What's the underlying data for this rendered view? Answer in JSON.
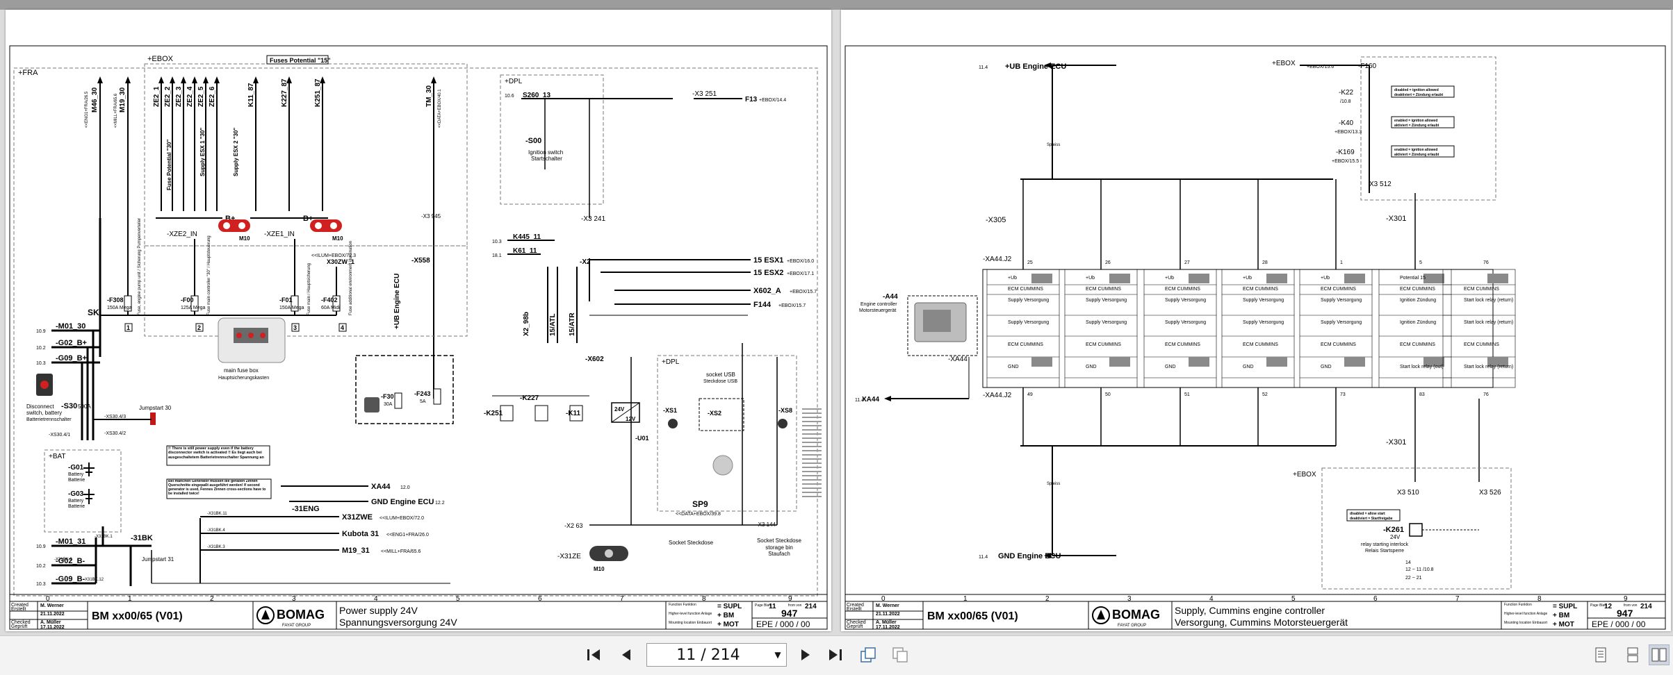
{
  "viewer": {
    "page_indicator": "11 / 214",
    "icons": [
      "first-page-icon",
      "prev-page-icon",
      "next-page-icon",
      "last-page-icon",
      "rotate-icon",
      "copy-icon",
      "single-page-view-icon",
      "continuous-view-icon",
      "two-page-view-icon"
    ]
  },
  "left_page": {
    "frames": {
      "fra": "+FRA",
      "ebox": "+EBOX",
      "fuses_potential": "Fuses Potential \"15\"",
      "dpl": "+DPL",
      "bat": "+BAT",
      "dpl2": "+DPL"
    },
    "top_arrows": [
      "M46_30",
      "M19_30",
      "ZE2_1",
      "ZE2_2",
      "ZE2_3",
      "ZE2_4",
      "ZE2_5",
      "ZE2_6",
      "K11_87",
      "K227_87",
      "K251_87",
      "TM_30"
    ],
    "top_arrow_refs": [
      "<<ENG1+FRA/26.5",
      "<<MILL+FRA/65.6",
      "",
      "",
      "",
      "",
      "",
      "",
      "",
      "",
      "",
      "<<DATA+EBOX/40.1"
    ],
    "fuse_groups": [
      "Fuse Potential \"30\"",
      "Supply ESX 1 \"30\"",
      "Supply ESX 2 \"30\""
    ],
    "busbars": [
      "-XZE2_IN",
      "-XZE1_IN"
    ],
    "bplus": "B+",
    "m10": "M10",
    "fuses": {
      "f308": "-F308",
      "f308v": "150A Mega",
      "f00": "-F00",
      "f00v": "125A Mega",
      "f01": "-F01",
      "f01v": "150A Mega",
      "f402": "-F402",
      "f402v": "60A Midi",
      "f30": "-F30",
      "f30v": "30A",
      "f243": "-F243",
      "f243v": "5A"
    },
    "fuse_numbers": [
      "1",
      "2",
      "3",
      "4"
    ],
    "fuse_desc": [
      "Fuse, engine pump unit / Sicherung Pumpenverteiler",
      "Fuse main controller \"30\" / Hauptsteuerung",
      "Fuse main / Hauptsicherung",
      "Fuse additional environment illumination"
    ],
    "x30zw": "X30ZW_1",
    "x30zw_ref": "<<ILUM+EBOX/72.3",
    "ub_engine_ecu": "+UB Engine ECU",
    "x558": "-X558",
    "x3_945": "-X3 945",
    "main_fuse_box": "main fuse box",
    "main_fuse_box_de": "Hauptsicherungskasten",
    "left_wires": [
      "-M01_30",
      "-G02_B+",
      "-G09_B+"
    ],
    "left_wire_refs": [
      "10.9",
      "10.2",
      "10.3"
    ],
    "sk": "SK",
    "disconnect": [
      "Disconnect",
      "switch, battery",
      "Batterietrennschalter"
    ],
    "s30": "-S30",
    "s30v": "500A",
    "jumpstart30": "Jumpstart 30",
    "x30a": "-XS30.4/3",
    "x30b": "-XS30.4/2",
    "x30c": "-XS30.4/1",
    "g01": [
      "-G01",
      "Battery",
      "Batterie"
    ],
    "g03": [
      "-G03",
      "Battery",
      "Batterie"
    ],
    "note1": "!! There is still power supply even if the battery disconnector switch is activated !! Es liegt auch bei ausgeschaltetem Batterietrennschalter Spannung an",
    "note2": "Bei manchen Generator müssen die geraden Zinnen Querschnitte eingepaßt ausgeführt werden! If second generator is used, Fennes Zinnen cross-sections have to be installed twice!",
    "right_arrows": [
      "XA44",
      "GND Engine ECU",
      "X31ZWE",
      "Kubota 31",
      "M19_31"
    ],
    "right_arrow_refs": [
      "12.0",
      "12.2",
      "<<ILUM+EBOX/72.0",
      "<<ENG1+FRA/26.0",
      "<<MILL+FRA/65.6"
    ],
    "x31eng": "-31ENG",
    "x31bk": "-31BK",
    "x31bk_labels": [
      "-X31BK.11",
      "-X31BK.4",
      "-X31BK.3",
      "-X31BK.12",
      "-X31BK.1",
      "-X31BK.2"
    ],
    "bottom_wires": [
      "-M01_31",
      "-G02_B-",
      "-G09_B-"
    ],
    "bottom_wire_refs": [
      "10.9",
      "10.2",
      "10.3"
    ],
    "jumpstart31": "Jumpstart 31",
    "dpl_parts": {
      "s260": "S260_13",
      "s260_ref": "10.6",
      "x3_251": "-X3 251",
      "f13": "F13",
      "f13_ref": "+EBOX/14.4",
      "s00": "-S00",
      "ignition": [
        "Ignition switch",
        "Startschalter"
      ],
      "x3_241": "-X3 241"
    },
    "mid_wires": [
      "K445_11",
      "K61_11",
      "-X2"
    ],
    "mid_wire_refs": [
      "10.3",
      "18.1",
      ""
    ],
    "right_outputs": [
      "15 ESX1",
      "15 ESX2",
      "X602_A",
      "F144"
    ],
    "right_output_refs": [
      "+EBOX/16.0",
      "+EBOX/17.1",
      "+EBOX/15.7",
      "+EBOX/15.7"
    ],
    "vert_labels": [
      "X2_98b",
      "15/ATL",
      "15/ATR"
    ],
    "relays": [
      "-K251",
      "-K227",
      "-K11",
      "-X602"
    ],
    "socket_usb": [
      "socket USB",
      "Steckdose USB"
    ],
    "sp9": "SP9",
    "sp9_ref": "<<DATA+EBOX/39.8",
    "socket_labels": [
      "Socket Steckdose",
      "Socket Steckdose storage bin Staufach"
    ],
    "x3_144": "-X3 144",
    "x31ze": "-X31ZE",
    "x2_63": "-X2 63",
    "xs8": "-XS8",
    "xs1": "-XS1",
    "xs2": "-XS2",
    "u01": "-U01",
    "v24": "24V",
    "v12": "12V"
  },
  "right_page": {
    "ub_engine_ecu": "+UB Engine ECU",
    "ub_ref": "11.4",
    "gnd_engine_ecu": "GND Engine ECU",
    "gnd_ref": "11.4",
    "ebox_f160": "-F160",
    "ebox_ref": "+EBOX/15.6",
    "ebox": "+EBOX",
    "k22": "-K22",
    "k22_ref": "/10.8",
    "k40": "-K40",
    "k40_ref": "+EBOX/13.3",
    "k169": "-K169",
    "k169_ref": "+EBOX/15.5",
    "ignition_note": [
      "disabled = ignition allowed",
      "deaktiviert = Zündung erlaubt",
      "enabled = ignition allowed",
      "aktiviert = Zündung erlaubt"
    ],
    "x3_512": "X3 512",
    "x301": "-X301",
    "x305": "-X305",
    "xa44_j2": "-XA44.J2",
    "a44": "-A44",
    "a44_desc": [
      "Engine controller",
      "Motorsteuergerät"
    ],
    "xa44": "-XA44",
    "xa44_ref": "11.4",
    "xa44_out": "XA44",
    "columns": [
      {
        "pin_top": "25",
        "pin_j2": "25",
        "top": "+Ub",
        "label": "Supply Versorgung",
        "bottom": "GND",
        "pin_bot": "49",
        "ecm": "ECM CUMMINS"
      },
      {
        "pin_top": "26",
        "pin_j2": "26",
        "top": "+Ub",
        "label": "Supply Versorgung",
        "bottom": "GND",
        "pin_bot": "50",
        "ecm": "ECM CUMMINS"
      },
      {
        "pin_top": "27",
        "pin_j2": "27",
        "top": "+Ub",
        "label": "Supply Versorgung",
        "bottom": "GND",
        "pin_bot": "51",
        "ecm": "ECM CUMMINS"
      },
      {
        "pin_top": "28",
        "pin_j2": "28",
        "top": "+Ub",
        "label": "Supply Versorgung",
        "bottom": "GND",
        "pin_bot": "52",
        "ecm": "ECM CUMMINS"
      },
      {
        "pin_top": "1",
        "pin_j2": "1",
        "top": "+Ub",
        "label": "Supply Versorgung",
        "bottom": "GND",
        "pin_bot": "73",
        "ecm": "ECM CUMMINS"
      },
      {
        "pin_top": "5",
        "pin_j2": "5",
        "top": "Potential 15",
        "label": "Ignition Zündung",
        "bottom": "Start lock relay (out)",
        "pin_bot": "83",
        "ecm": "ECM CUMMINS"
      },
      {
        "pin_top": "",
        "pin_j2": "76",
        "top": "",
        "label": "Start lock relay (return)",
        "bottom": "Start lock relay (return)",
        "pin_bot": "76",
        "ecm": "ECM CUMMINS"
      }
    ],
    "splice_top": "Spleiss",
    "splice_bot": "Spleiss",
    "x301_22": "-X301",
    "ebox2": "+EBOX",
    "x3_510": "X3 510",
    "x3_526": "X3 526",
    "k261": "-K261",
    "k261_v": "24V",
    "k261_desc": [
      "relay starting interlock",
      "Relais Startsperre"
    ],
    "k261_note": [
      "disabled = allow start",
      "deaktiviert = Startfreigabe"
    ],
    "k261_contacts": [
      "14",
      "12 ~ 11 /10.8",
      "22 ~ 21"
    ]
  },
  "title_blocks": [
    {
      "created_label": "Created",
      "created_label_de": "Erstellt",
      "created_by": "M. Werner",
      "created_date": "21.11.2022",
      "checked_label": "Checked",
      "checked_label_de": "Geprüft",
      "checked_by": "A. Müller",
      "checked_date": "17.11.2022",
      "model": "BM xx00/65 (V01)",
      "logo": "BOMAG",
      "logo_sub": "FAYAT GROUP",
      "title_en": "Power supply 24V",
      "title_de": "Spannungsversorgung 24V",
      "function": "= SUPL",
      "higher": "+ BM",
      "mounting": "+ MOT",
      "page": "11",
      "of": "214",
      "doc": "947",
      "epe": "EPE / 000 / 00"
    },
    {
      "created_label": "Created",
      "created_label_de": "Erstellt",
      "created_by": "M. Werner",
      "created_date": "21.11.2022",
      "checked_label": "Checked",
      "checked_label_de": "Geprüft",
      "checked_by": "A. Müller",
      "checked_date": "17.11.2022",
      "model": "BM xx00/65 (V01)",
      "logo": "BOMAG",
      "logo_sub": "FAYAT GROUP",
      "title_en": "Supply, Cummins engine controller",
      "title_de": "Versorgung, Cummins Motorsteuergerät",
      "function": "= SUPL",
      "higher": "+ BM",
      "mounting": "+ MOT",
      "page": "12",
      "of": "214",
      "doc": "947",
      "epe": "EPE / 000 / 00"
    }
  ],
  "grid_numbers": [
    "0",
    "1",
    "2",
    "3",
    "4",
    "5",
    "6",
    "7",
    "8",
    "9"
  ],
  "tb_labels": {
    "function": "Function Funktion",
    "higher": "Higher-level function Anlage",
    "mounting": "Mounting location Einbauort",
    "page": "Page Blatt",
    "from": "from von"
  }
}
